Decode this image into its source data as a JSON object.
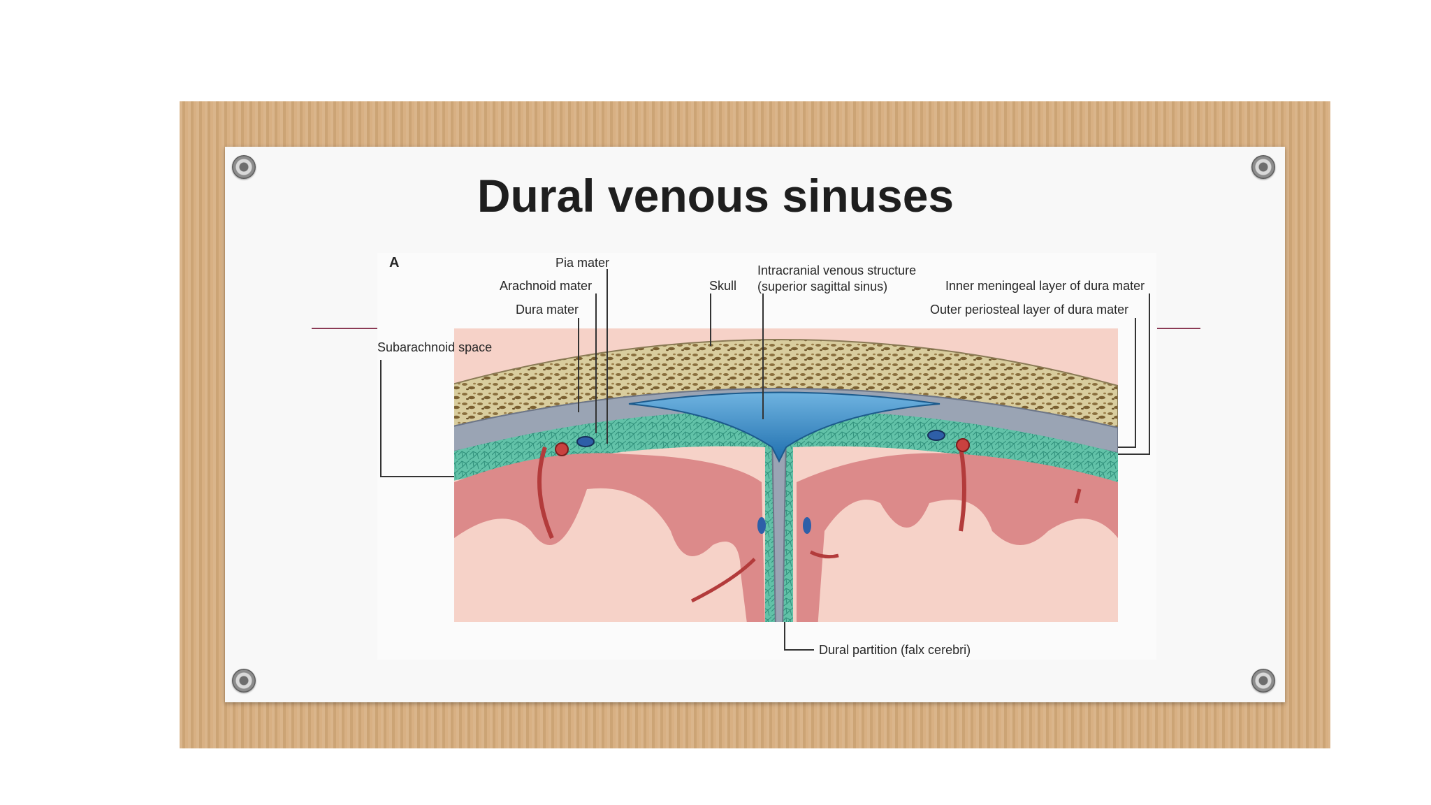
{
  "title": "Dural venous sinuses",
  "figure": {
    "panel_label": "A",
    "labels": {
      "pia_mater": "Pia mater",
      "arachnoid_mater": "Arachnoid mater",
      "dura_mater": "Dura mater",
      "subarachnoid_space": "Subarachnoid space",
      "skull": "Skull",
      "intracranial_venous_structure_line1": "Intracranial venous structure",
      "intracranial_venous_structure_line2": "(superior sagittal sinus)",
      "inner_meningeal_layer": "Inner meningeal layer of dura mater",
      "outer_periosteal_layer": "Outer periosteal layer of dura mater",
      "dural_partition": "Dural partition (falx cerebri)"
    }
  },
  "colors": {
    "corkboard": "#d6ad7e",
    "card": "#f8f8f8",
    "accent_line": "#8b3a55",
    "bone": "#d8cc9c",
    "sinus_blue": "#3d8ec8",
    "arachnoid_green": "#5fbfa6",
    "cortex_pink": "#dc8a8a",
    "white_matter": "#f6d2c8"
  }
}
